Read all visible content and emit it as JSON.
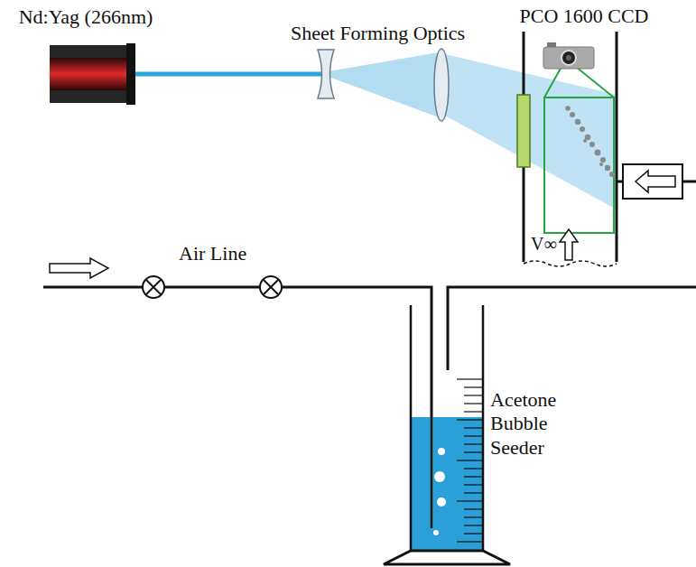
{
  "diagram": {
    "nodes": [
      {
        "text": [
          "Nd:Yag (266nm)"
        ]
      },
      {
        "text": [
          "PCO 1600 CCD"
        ]
      },
      {
        "text": [
          "Acetone Bubble Seeder"
        ]
      }
    ],
    "labels": [
      "Sheet Forming Optics",
      "V∞",
      "Air Line"
    ]
  }
}
